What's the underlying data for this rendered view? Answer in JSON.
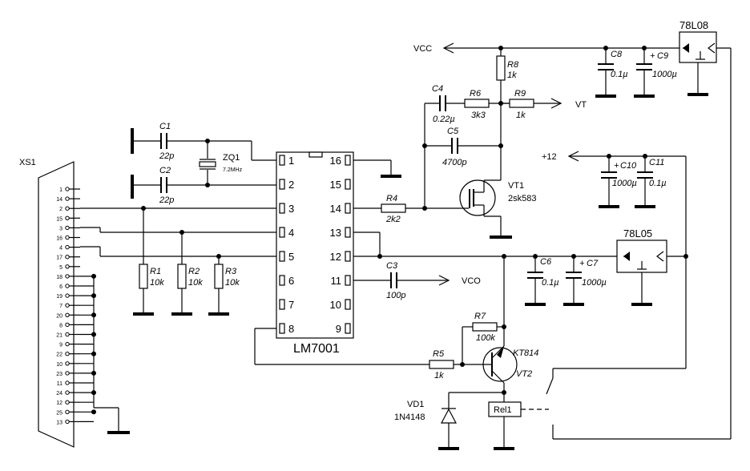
{
  "connector": {
    "name": "XS1",
    "pins": [
      "1",
      "14",
      "2",
      "15",
      "3",
      "16",
      "4",
      "17",
      "5",
      "18",
      "6",
      "19",
      "7",
      "20",
      "8",
      "21",
      "9",
      "22",
      "10",
      "23",
      "11",
      "24",
      "12",
      "25",
      "13"
    ]
  },
  "ic": {
    "name": "LM7001",
    "left_pins": [
      "1",
      "2",
      "3",
      "4",
      "5",
      "6",
      "7",
      "8"
    ],
    "right_pins": [
      "16",
      "15",
      "14",
      "13",
      "12",
      "11",
      "10",
      "9"
    ]
  },
  "labels": {
    "c1": "C1",
    "c1v": "22p",
    "c2": "C2",
    "c2v": "22p",
    "zq1": "ZQ1",
    "zq1v": "7.2MHz",
    "r1": "R1",
    "r1v": "10k",
    "r2": "R2",
    "r2v": "10k",
    "r3": "R3",
    "r3v": "10k",
    "r4": "R4",
    "r4v": "2k2",
    "r5": "R5",
    "r5v": "1k",
    "r6": "R6",
    "r6v": "3k3",
    "r7": "R7",
    "r7v": "100k",
    "r8": "R8",
    "r8v": "1k",
    "r9": "R9",
    "r9v": "1k",
    "c3": "C3",
    "c3v": "100p",
    "c4": "C4",
    "c4v": "0.22µ",
    "c5": "C5",
    "c5v": "4700p",
    "c6": "C6",
    "c6v": "0.1µ",
    "c7": "C7",
    "c7v": "1000µ",
    "c8": "C8",
    "c8v": "0.1µ",
    "c9": "C9",
    "c9v": "1000µ",
    "c10": "C10",
    "c10v": "1000µ",
    "c11": "C11",
    "c11v": "0.1µ",
    "vt1": "VT1",
    "vt1v": "2sk583",
    "vt2": "VT2",
    "kt814": "KT814",
    "vd1": "VD1",
    "vd1v": "1N4148",
    "rel1": "Rel1",
    "reg1": "78L08",
    "reg2": "78L05",
    "vcc": "VCC",
    "vt": "VT",
    "vco": "VCO",
    "p12": "+12",
    "plus": "+"
  }
}
